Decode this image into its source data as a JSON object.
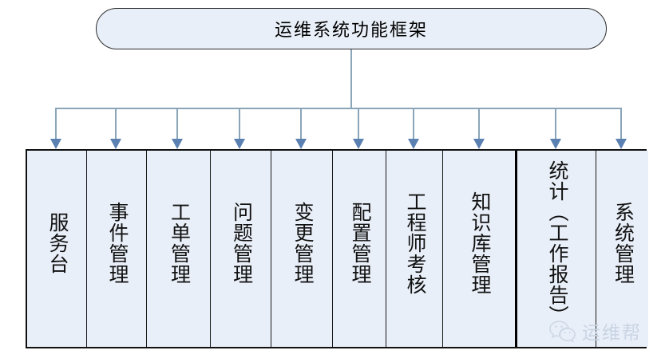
{
  "diagram": {
    "title": "运维系统功能框架",
    "colors": {
      "box_fill": "#e9eff8",
      "box_border": "#111111",
      "connector_line": "#8aa5b8",
      "arrow_head": "#5b80b2",
      "watermark_text": "#c9d4e4"
    },
    "modules": [
      {
        "label": "服务台",
        "width": 75
      },
      {
        "label": "事件管理",
        "width": 75
      },
      {
        "label": "工单管理",
        "width": 80
      },
      {
        "label": "问题管理",
        "width": 76
      },
      {
        "label": "变更管理",
        "width": 77
      },
      {
        "label": "配置管理",
        "width": 67
      },
      {
        "label": "工程师考核",
        "width": 71
      },
      {
        "label": "知识库管理",
        "width": 93
      },
      {
        "label": "统计（工作报告）",
        "width": 99
      },
      {
        "label": "系统管理",
        "width": 65
      }
    ],
    "watermark": {
      "icon": "wechat-icon",
      "text": "运维帮"
    }
  }
}
